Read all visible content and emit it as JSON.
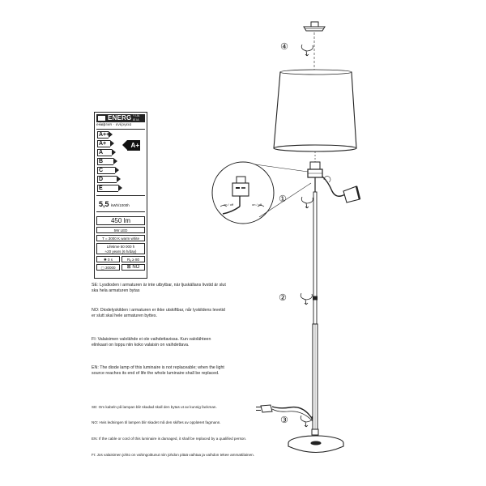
{
  "energy_label": {
    "header_word": "ENERG",
    "header_suffix_1": "Y IJA",
    "header_suffix_2": "IE IA",
    "subtitle": "енергия · ενέργεια",
    "classes": [
      "A++",
      "A+",
      "A",
      "B",
      "C",
      "D",
      "E"
    ],
    "rating": "A+",
    "kwh_value": "5,5",
    "kwh_unit": "kWh/1000h",
    "lumen": "450 lm",
    "power": "5W  LED",
    "color_temp": "T = 3000 K warm white",
    "lifetime_line1": "Lifetime  50 000 h",
    "lifetime_line2": "≈20 years (6 h/day)",
    "warmup": "0 s",
    "cri": "Rₐ ≥ 80",
    "switch_cycles": "30000",
    "dimmable": "NO"
  },
  "notices_led": [
    "SE: Lysdioden i armaturen är inte utbytbar, när ljuskällans livstid är slut ska hela armaturen bytas",
    "NO: Diodelyskilden i armaturen er ikke utskiftbar, når lyskildens levetid er slutt skal hele armaturen byttes.",
    "FI: Valaisimen valolähde ei ole vaihdettavissa. Kun valolähteen elinkaari on loppu niin koko valaisin on vaihdettava.",
    "EN: The diode lamp of this luminaire is not replaceable; when the light source reaches its end of life the whole luminaire shall be replaced."
  ],
  "notices_cable": [
    "SE: Om kabeln på lampan blir skadad skall den bytas ut av kunnig fackman.",
    "NO: Hvis ledningen til lampen blir skadet må den skiftes av opplæret fagmann.",
    "EN: If the cable or cord of this luminaire is damaged, it shall be replaced by a qualified person.",
    "FI: Jos valaisimen johto on vahingoittunut niin johdon pitää vaihtaa ja vaihdon tekee ammattilainen."
  ],
  "assembly_steps": [
    "①",
    "②",
    "③",
    "④"
  ],
  "switch_labels": [
    "on / off",
    "on / off"
  ]
}
